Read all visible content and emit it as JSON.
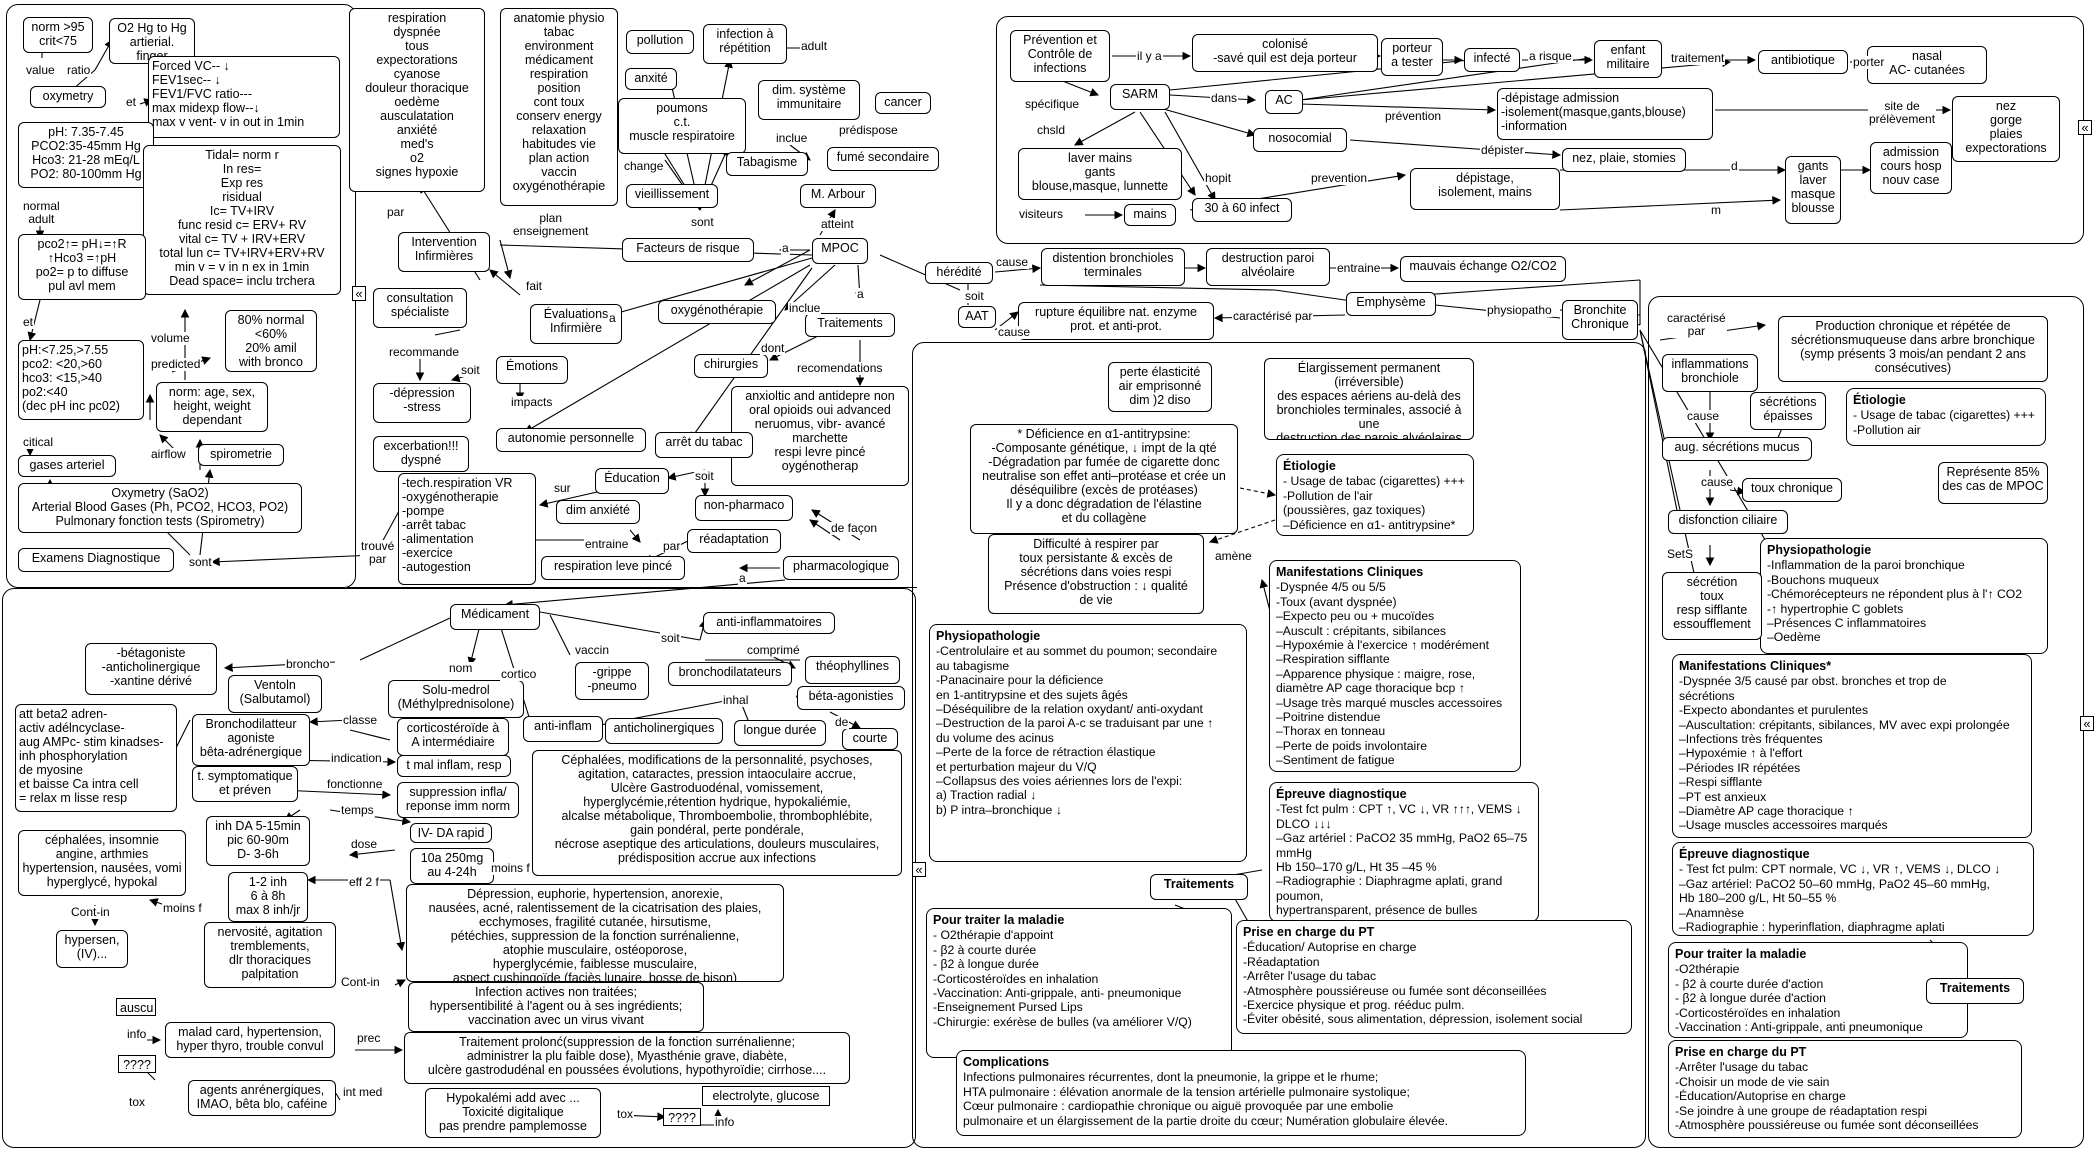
{
  "colors": {
    "line": "#000000",
    "background": "#ffffff",
    "border": "#000000"
  },
  "panels": {
    "A": "",
    "B": "",
    "C": "",
    "D": "",
    "E": "",
    "F": ""
  },
  "nodes": {
    "norm95": "norm >95\ncrit<75",
    "o2hg": "O2 Hg to Hg\nartierial.\nfinger",
    "forced": "Forced VC-- ↓\nFEV1sec-- ↓\nFEV1/FVC ratio---\nmax midexp flow--↓\nmax v vent- v in out in 1min",
    "oxymetry": "oxymetry",
    "ph": "pH: 7.35-7.45\nPCO2:35-45mm Hg\nHco3: 21-28 mEq/L\nPO2: 80-100mm Hg",
    "tidal": "Tidal= norm r\nIn res=\nExp res\nrisidual\nIc= TV+IRV\nfunc resid c= ERV+ RV\nvital c= TV + IRV+ERV\ntotal lun c= TV+IRV+ERV+RV\nmin v = v in n ex in 1min\nDead space= inclu trchera",
    "pco2": "pco2↑= pH↓=↑R\n↑Hco3 =↑pH\npo2= p to diffuse\npul avl mem",
    "pct80": "80% normal\n<60%\n20% amil\nwith bronco",
    "ph2": "pH:<7.25,>7.55\npco2: <20,>60\nhco3: <15,>40\npo2:<40\n(dec pH inc pc02)",
    "normage": "norm: age, sex,\nheight, weight\ndependant",
    "gases": "gases arteriel",
    "spirometrie": "spirometrie",
    "oxymetry2": "Oxymetry (SaO2)\nArterial Blood Gases (Ph, PCO2, HCO3, PO2)\nPulmonary fonction tests (Spirometry)",
    "examens": "Examens Diagnostique",
    "respiration_sx": "respiration\ndyspnée\ntous\nexpectorations\ncyanose\ndouleur thoracique\noedème\nausculatation\nanxiété\nmed's\no2\nsignes hypoxie",
    "anatomie": "anatomie physio\ntabac\nenvironment\nmédicament\nrespiration\nposition\ncont toux\nconserv energy\nrelaxation\nhabitudes vie\nplan action\nvaccin\noxygénothérapie",
    "pollution": "pollution",
    "infection_rep": "infection à\nrépétition",
    "anxiete": "anxité",
    "poumons": "poumons\nc.t.\nmuscle respiratoire",
    "dimsys": "dim. système\nimmunitaire",
    "cancer": "cancer",
    "tabagisme": "Tabagisme",
    "fume_sec": "fumé secondaire",
    "vieill": "vieillissement",
    "marbour": "M. Arbour",
    "facteurs": "Facteurs de risque",
    "mpoc": "MPOC",
    "intervention": "Intervention\nInfirmières",
    "consult": "consultation\nspécialiste",
    "evaluations": "Évaluations\nInfirmière",
    "oxygeno": "oxygénothérapie",
    "traitements_main": "Traitements",
    "chirurgies": "chirurgies",
    "depression": "-dépression\n-stress",
    "emotions": "Émotions",
    "recomm": "anxioltic and antidepre non\noral opioids oui advanced\nneruomus, vibr- avancé\nmarchette\nrespi levre pincé\noygénotherap",
    "autonomie": "autonomie personnelle",
    "arret_tabac": "arrêt du tabac",
    "excerbation": "excerbation!!!\ndyspné",
    "tech_resp": "-tech.respiration VR\n-oxygénotherapie\n-pompe\n-arrêt tabac\n-alimentation\n-exercice\n-autogestion",
    "education": "Éducation",
    "nonpharma": "non-pharmaco",
    "dim_anx": "dim anxiété",
    "readapt": "réadaptation",
    "resp_levre": "respiration leve pincé",
    "pharmaco": "pharmacologique",
    "medicament": "Médicament",
    "anti_inflam_top": "anti-inflammatoires",
    "betago": "-bétagoniste\n-anticholinergique\n-xantine dérivé",
    "ventoln": "Ventoln\n(Salbutamol)",
    "solumedrol": "Solu-medrol\n(Méthylprednisolone)",
    "grippe": "-grippe\n-pneumo",
    "bronchodil": "bronchodilatateurs",
    "theophyl": "théophyllines",
    "beta_agon": "béta-agonisties",
    "att_beta": "att beta2 adren-\nactiv adélncyclase-\naug AMPc- stim kinadses-\ninh phosphorylation\nde myosine\net baisse Ca intra cell\n= relax m lisse resp",
    "broncho_ago": "Bronchodilatteur\nagoniste\nbêta-adrénergique",
    "cortico_a": "corticostéroïde à\nA intermédiaire",
    "anti_inflam": "anti-inflam",
    "anticholin": "anticholinergiques",
    "longue": "longue durée",
    "courte": "courte",
    "t_sympt": "t. symptomatique\net préven",
    "t_mal": "t mal inflam, resp",
    "cephalees": "Céphalées, modifications de la personnalité, psychoses,\nagitation, cataractes, pression intaoculaire accrue,\nUlcère Gastroduodénal, vomissement,\nhyperglycémie,rétention hydrique, hypokaliémie,\nalcalse métabolique, Thromboembolie, thrombophlébite,\ngain pondéral, perte pondérale,\nnécrose aseptique des articulations, douleurs musculaires,\nprédisposition accrue aux infections",
    "suppression": "suppression infla/\nreponse imm norm",
    "inh_da": "inh DA 5-15min\npic 60-90m\nD- 3-6h",
    "iv_da": "IV- DA rapid",
    "cephalees2": "céphalées, insomnie\nangine, arthmies\nhypertension, nausées, vomi\nhyperglycé, hypokal",
    "dose10": "10a 250mg\nau 4-24h",
    "inh_freq": "1-2 inh\n6 à 8h\nmax 8 inh/jr",
    "depression_list": "Dépression, euphorie, hypertension, anorexie,\nnausées, acné, ralentissement de la cicatrisation des plaies,\necchymoses, fragilité cutanée, hirsutisme,\npétéchies, suppression de la fonction surrénalienne,\natophie musculaire, ostéoporose,\nhyperglycémie, faiblesse musculaire,\naspect cushingoïde (faciès lunaire, bosse de bison)",
    "nervosite": "nervosité, agitation\ntremblements,\ndlr thoraciques\npalpitation",
    "hypersen": "hypersen,\n(IV)...",
    "infection_active": "Infection actives non traitées;\nhypersentibilité à l'agent ou à ses ingrédients;\nvaccination avec un virus vivant",
    "auscu": "auscu",
    "q1": "????",
    "malad": "malad card, hypertension,\nhyper thyro, trouble convul",
    "traitement_pro": "Traitement prolonć(suppression de la fonction surrénalienne;\nadministrer la plu faible dose), Myasthénie grave, diabète,\nulcère gastrodudénal en poussées évolutions, hypothyroïdie; cirrhose....",
    "agents": "agents anrénergiques,\nIMAO, bêta blo, caféine",
    "hypokal": "Hypokalémi add avec ...\nToxicité digitalique\npas prendre pamplemosse",
    "q2": "????",
    "electrolyte": "electrolyte, glucose",
    "prevention_ctrl": "Prévention et\nContrôle de\ninfections",
    "colonise": "colonisé\n-savé quil est deja porteur",
    "porteur": "porteur\na tester",
    "infecte": "infecté",
    "enfant": "enfant\nmilitaire",
    "antibiotique": "antibiotique",
    "nasal": "nasal\nAC- cutanées",
    "sarm": "SARM",
    "ac": "AC",
    "depistage_adm": "-dépistage admission\n-isolement(masque,gants,blouse)\n-information",
    "nez_gorge": "nez\ngorge\nplaies\nexpectorations",
    "nosocomial": "nosocomial",
    "laver": "laver mains\ngants\nblouse,masque, lunnette",
    "nez_plaie": "nez, plaie, stomies",
    "mains": "mains",
    "infect30": "30 à 60 infect",
    "depistage_iso": "dépistage,\nisolement, mains",
    "gants_laver": "gants\nlaver\nmasque\nblousse",
    "admission": "admission\ncours hosp\nnouv case",
    "heredite": "hérédité",
    "distention": "distention bronchioles\nterminales",
    "destruction": "destruction paroi\nalvéolaire",
    "mauvais": "mauvais échange O2/CO2",
    "aat": "AAT",
    "rupture": "rupture équilibre nat. enzyme\nprot. et anti-prot.",
    "emphyseme": "Emphysème",
    "bronchite": "Bronchite\nChronique",
    "perte_elast": "perte élasticité\nair emprisonné\ndim )2 diso",
    "elargissement": "Élargissement permanent (irréversible)\ndes espaces aériens au-delà des\nbronchioles terminales, associé à une\ndestruction des parois alvéolaires sans\nprésence de fibrose (perte d'élasticité)",
    "deficience": "* Déficience en α1-antitrypsine:\n-Composante génétique, ↓ impt de la qté\n-Dégradation par fumée de cigarette donc\nneutralise son effet anti–protéase et crée un\ndéséquilibre (excès de protéases)\nIl y a donc dégradation de l'élastine\net du collagène",
    "difficulte": "Difficulté à respirer par\ntoux persistante & excès de\nsécrétions dans voies respi\nPrésence d'obstruction : ↓ qualité\nde vie",
    "prod_chron": "Production chronique et répétée de\nsécrétionsmuqueuse dans arbre bronchique\n(symp présents 3 mois/an pendant 2 ans\nconsécutives)",
    "inflammations": "inflammations\nbronchiole",
    "secretions_ep": "sécrétions\népaisses",
    "aug_secr": "aug. sécrétions mucus",
    "toux_chron": "toux chronique",
    "represente": "Représente 85%\ndes cas de MPOC",
    "disfonction": "disfonction ciliaire",
    "secretion_toux": "sécrétion\ntoux\nresp sifflante\nessoufflement",
    "traitements_e": "Traitements",
    "traitements_f": "Traitements"
  },
  "labels": {
    "value": "value",
    "ratio": "ratio",
    "et1": "et",
    "normal_adult": "normal\nadult",
    "et2": "et",
    "volume": "volume",
    "predicted": "predicted",
    "citical": "citical",
    "airflow": "airflow",
    "sont1": "sont",
    "trouve_par": "trouvé\npar",
    "par1": "par",
    "plan_ens": "plan\nenseignement",
    "change": "change",
    "sont2": "sont",
    "adult": "adult",
    "inclue1": "inclue",
    "predispose": "prédispose",
    "atteint": "atteint",
    "a1": "a",
    "a2": "a",
    "fait": "fait",
    "recommande": "recommande",
    "soit1": "soit",
    "impacts": "impacts",
    "inclue2": "inclue",
    "a3": "a",
    "dont": "dont",
    "recomendations": "recomendations",
    "soit2": "soit",
    "sur": "sur",
    "entraine": "entraine",
    "par2": "par",
    "de_facon": "de façon",
    "a4": "a",
    "broncho": "broncho",
    "nom": "nom",
    "cortico": "cortico",
    "vaccin": "vaccin",
    "soit3": "soit",
    "comprime": "comprimé",
    "inhal": "inhal",
    "de": "de",
    "classe": "classe",
    "indication": "indication",
    "fonctionne": "fonctionne",
    "temps": "temps",
    "dose": "dose",
    "eff2f": "eff 2 f",
    "moins_f1": "moins f",
    "moins_f2": "moins f",
    "cont_in1": "Cont-in",
    "cont_in2": "Cont-in",
    "info1": "info",
    "prec": "prec",
    "tox1": "tox",
    "int_med": "int med",
    "tox2": "tox",
    "info2": "info",
    "il_y_a": "il y a",
    "a_risque": "a risque",
    "traitement": "traitement",
    "porter": "porter",
    "specifique": "spécifique",
    "dans": "dans",
    "prevention1": "prévention",
    "chsld": "chsld",
    "depister": "dépister",
    "site": "site de\nprélèvement",
    "hopit": "hopit",
    "prevention2": "prevention",
    "visiteurs": "visiteurs",
    "d": "d",
    "m": "m",
    "cause1": "cause",
    "entraine2": "entraine",
    "soit4": "soit",
    "cause2": "cause",
    "caracterise_par1": "caractérisé par",
    "physiopatho": "physiopatho",
    "caracterise_par2": "caractérisé\npar",
    "cause3": "cause",
    "cause4": "cause",
    "amene": "amène",
    "sets": "SetS"
  },
  "cards": {
    "physiopath_e": {
      "title": "Physiopathologie",
      "body": "-Centrolulaire et au sommet du poumon; secondaire\nau tabagisme\n-Panacinaire pour la déficience\nen 1-antitrypsine et des sujets âgés\n–Déséquilibre de la relation oxydant/ anti-oxydant\n–Destruction de la paroi A-c se traduisant par une ↑\ndu volume des acinus\n–Perte de la force de rétraction élastique\n et perturbation majeur du V/Q\n–Collapsus des voies aériennes lors de l'expi:\na) Traction radial ↓\nb) P intra–bronchique ↓"
    },
    "etiologie_e": {
      "title": "Étiologie",
      "body": "- Usage de tabac (cigarettes) +++\n-Pollution de l'air\n(poussières, gaz toxiques)\n–Déficience en α1- antitrypsine*"
    },
    "manif_e": {
      "title": "Manifestations Cliniques",
      "body": "-Dyspnée 4/5 ou 5/5\n-Toux (avant dyspnée)\n–Expecto peu ou + mucoïdes\n–Auscult : crépitants, sibilances\n–Hypoxémie à l'exercice ↑ modérément\n–Respiration sifflante\n–Apparence physique : maigre, rose,\ndiamètre AP cage thoracique bcp ↑\n–Usage très marqué muscles accessoires\n–Poitrine distendue\n–Thorax en tonneau\n–Perte de poids involontaire\n–Sentiment de fatigue"
    },
    "epreuve_e": {
      "title": "Épreuve diagnostique",
      "body": "-Test fct pulm : CPT ↑, VC ↓, VR ↑↑↑, VEMS ↓ DLCO ↓↓↓\n–Gaz artériel : PaCO2 35 mmHg, PaO2 65–75 mmHg\nHb 150–170 g/L, Ht 35 –45 %\n–Radiographie : Diaphragme aplati, grand poumon,\nhypertransparent, présence de bulles\n–Anamnèse\n–Examen physique"
    },
    "traiter_e": {
      "title": "Pour traiter la maladie",
      "body": "- O2thérapie d'appoint\n- β2 à courte durée\n- β2 à longue durée\n-Corticostéroïdes en inhalation\n-Vaccination: Anti-grippale, anti- pneumonique\n-Enseignement Pursed Lips\n-Chirurgie: exérèse de bulles (va améliorer V/Q)"
    },
    "prise_e": {
      "title": "Prise en charge du PT",
      "body": "-Éducation/ Autoprise en charge\n-Réadaptation\n-Arrêter l'usage du tabac\n-Atmosphère poussiéreuse ou fumée sont déconseillées\n-Exercice physique et prog. rééduc pulm.\n-Éviter obésité, sous alimentation, dépression, isolement social"
    },
    "complications": {
      "title": "Complications",
      "body": "Infections pulmonaires récurrentes, dont la pneumonie, la grippe et le rhume;\nHTA pulmonaire : élévation anormale de la tension artérielle pulmonaire systolique;\nCœur pulmonaire : cardiopathie chronique ou aiguë provoquée par une embolie\npulmonaire et un élargissement de la partie droite du cœur; Numération globulaire élevée."
    },
    "etiologie_f": {
      "title": "Étiologie",
      "body": "- Usage de tabac (cigarettes) +++\n-Pollution air"
    },
    "physiopath_f": {
      "title": "Physiopathologie",
      "body": "-Inflammation de la paroi bronchique\n-Bouchons muqueux\n-Chémorécepteurs ne répondent plus à l'↑ CO2\n-↑ hypertrophie C goblets\n–Présences C inflammatoires\n–Oedème"
    },
    "manif_f": {
      "title": "Manifestations Cliniques*",
      "body": "-Dyspnée 3/5 causé par obst. bronches et trop de\nsécrétions\n-Expecto abondantes et purulentes\n–Auscultation: crépitants, sibilances, MV avec expi prolongée\n–Infections très fréquentes\n–Hypoxémie ↑ à l'effort\n–Périodes IR répétées\n–Respi sifflante\n–PT est anxieux\n–Diamètre AP cage thoracique ↑\n–Usage muscles accessoires marqués"
    },
    "epreuve_f": {
      "title": "Épreuve diagnostique",
      "body": "- Test fct pulm: CPT normale, VC ↓, VR ↑, VEMS ↓, DLCO ↓\n–Gaz artériel: PaCO2 50–60 mmHg, PaO2 45–60 mmHg,\nHb 180–200 g/L, Ht 50–55 %\n–Anamnèse\n–Radiographie : hyperinflation, diaphragme aplati"
    },
    "traiter_f": {
      "title": "Pour traiter la maladie",
      "body": "-O2thérapie\n- β2 à courte durée d'action\n- β2 à longue durée d'action\n-Corticostéroïdes en inhalation\n-Vaccination : Anti-grippale, anti pneumonique"
    },
    "prise_f": {
      "title": "Prise en charge du PT",
      "body": "-Arrêter l'usage du tabac\n-Choisir un mode de vie sain\n-Éducation/Autoprise en charge\n-Se joindre à une groupe de réadaptation respi\n-Atmosphère poussiéreuse ou fumée sont déconseillées"
    }
  },
  "collapse_glyph": "«"
}
